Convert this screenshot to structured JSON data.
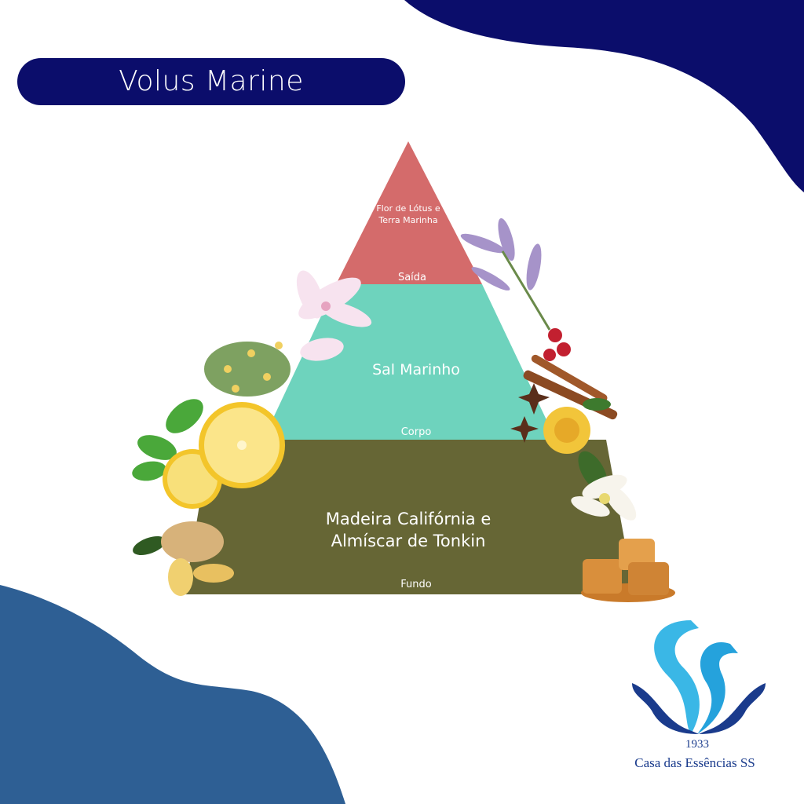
{
  "title": "Volus Marine",
  "pyramid": {
    "top": {
      "notes": [
        "Flor de Lótus e",
        "Terra Marinha"
      ],
      "label": "Saída",
      "color": "#d46b6b"
    },
    "middle": {
      "notes": [
        "Sal Marinho"
      ],
      "label": "Corpo",
      "color": "#6ed3bd"
    },
    "base": {
      "notes": [
        "Madeira Califórnia e",
        "Almíscar de Tonkin"
      ],
      "label": "Fundo",
      "color": "#666635"
    }
  },
  "brand": {
    "year": "1933",
    "name": "Casa das Essências SS"
  },
  "colors": {
    "navy": "#0b0d6b",
    "blue": "#2e5f94"
  }
}
